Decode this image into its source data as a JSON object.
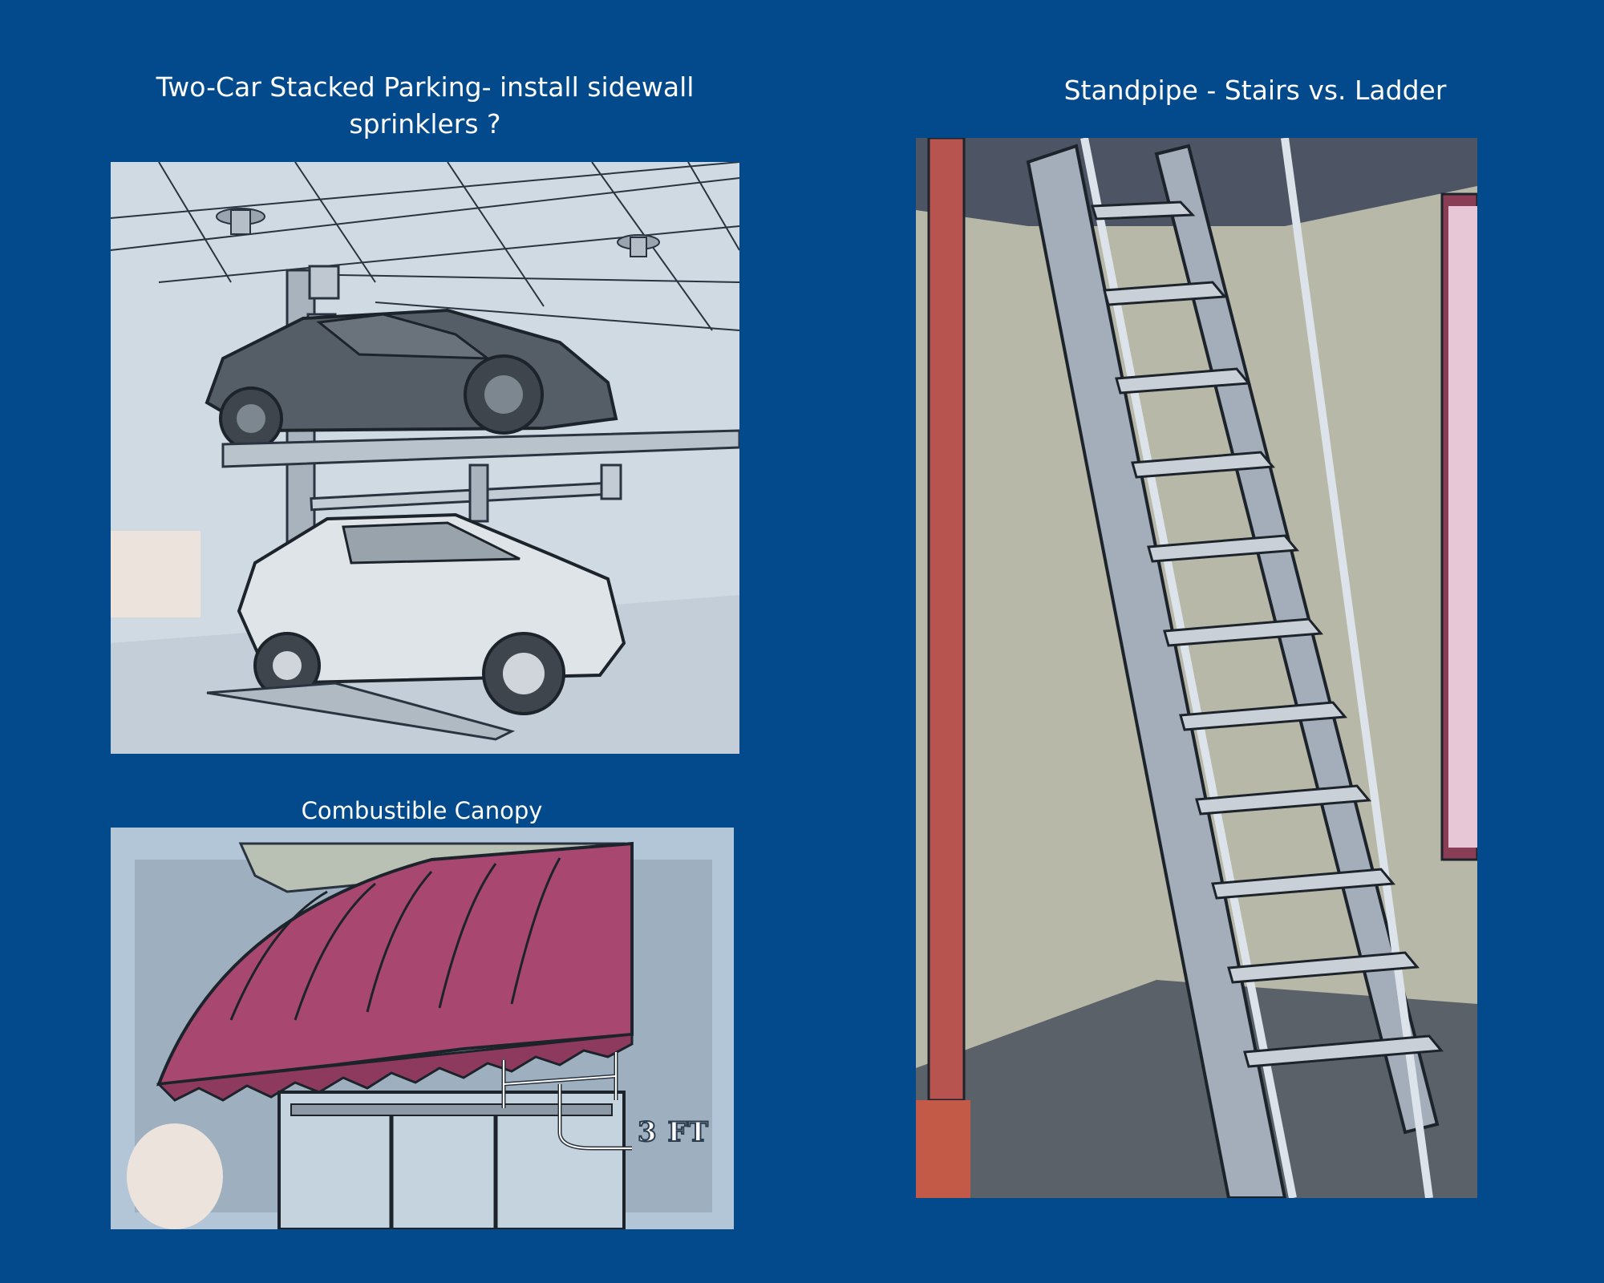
{
  "captions": {
    "parking": "Two-Car Stacked Parking- install sidewall sprinklers ?",
    "canopy": "Combustible Canopy",
    "stairs": "Standpipe - Stairs vs. Ladder"
  },
  "illustrations": {
    "canopy_measurement": "3 FT"
  },
  "colors": {
    "background": "#034a8c",
    "canopy_fabric": "#a84870",
    "standpipe": "#b75450",
    "accent_orange": "#c35a48",
    "cream_marker": "#ece3dc"
  }
}
